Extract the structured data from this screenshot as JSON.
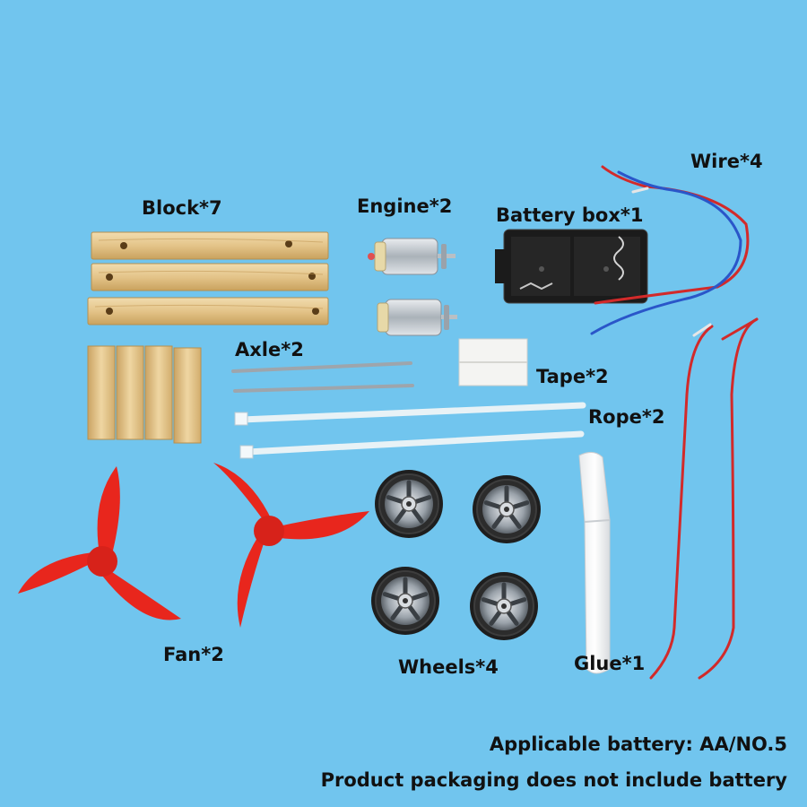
{
  "labels": {
    "block": "Block*7",
    "engine": "Engine*2",
    "battery_box": "Battery box*1",
    "wire": "Wire*4",
    "axle": "Axle*2",
    "tape": "Tape*2",
    "rope": "Rope*2",
    "fan": "Fan*2",
    "wheels": "Wheels*4",
    "glue": "Glue*1"
  },
  "notes": {
    "battery_type": "Applicable battery: AA/NO.5",
    "packaging": "Product packaging does not include battery"
  },
  "colors": {
    "background": "#71c5ee",
    "wood": "#e6c98e",
    "fan": "#e8261d",
    "wire_red": "#d22a2a",
    "wire_blue": "#2a56c9"
  }
}
